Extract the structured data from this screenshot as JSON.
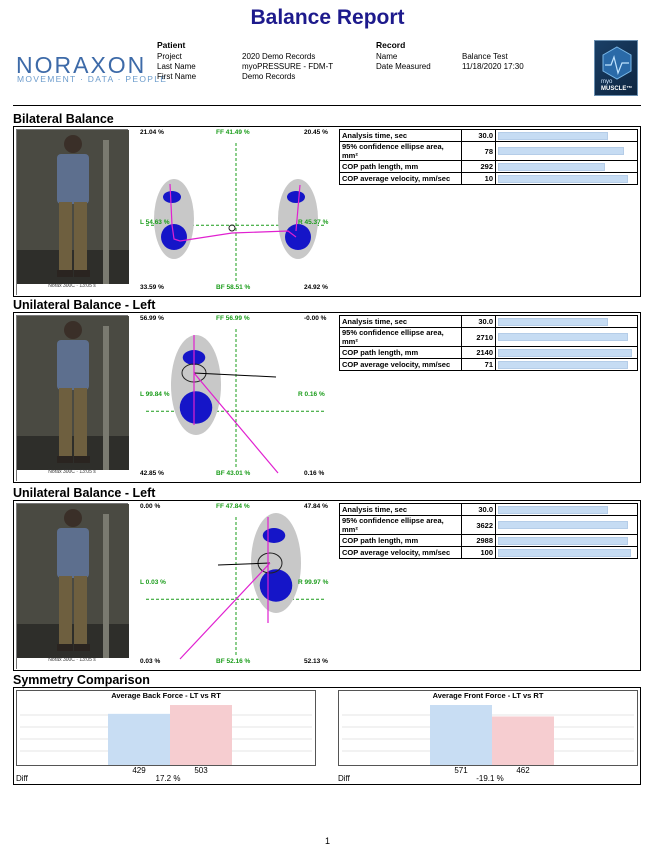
{
  "title": "Balance Report",
  "logo": {
    "name": "NORAXON",
    "tagline": "MOVEMENT · DATA · PEOPLE",
    "badge_line1": "myo",
    "badge_line2": "MUSCLE™"
  },
  "patient": {
    "heading": "Patient",
    "rows": [
      {
        "label": "Project",
        "value": "2020 Demo Records"
      },
      {
        "label": "Last Name",
        "value": "myoPRESSURE - FDM-T"
      },
      {
        "label": "First Name",
        "value": "Demo Records"
      }
    ]
  },
  "record": {
    "heading": "Record",
    "rows": [
      {
        "label": "Name",
        "value": "Balance Test"
      },
      {
        "label": "Date Measured",
        "value": "11/18/2020 17:30"
      }
    ]
  },
  "sections": [
    {
      "title": "Bilateral Balance",
      "photo_caption": "Norax 300C · 13:05 s",
      "corners": {
        "tl": "21.04 %",
        "tr": "20.45 %",
        "bl": "33.59 %",
        "br": "24.92 %"
      },
      "labels": {
        "ff": "FF 41.49 %",
        "bf": "BF 58.51 %",
        "l": "L 54.63 %",
        "r": "R 45.37 %"
      },
      "metrics": [
        {
          "label": "Analysis time, sec",
          "value": "30.0",
          "fill": 0.8
        },
        {
          "label": "95% confidence ellipse area, mm²",
          "value": "78",
          "fill": 0.92
        },
        {
          "label": "COP path length, mm",
          "value": "292",
          "fill": 0.78
        },
        {
          "label": "COP average velocity, mm/sec",
          "value": "10",
          "fill": 0.95
        }
      ]
    },
    {
      "title": "Unilateral Balance - Left",
      "photo_caption": "Norax 300C · 13:05 s",
      "corners": {
        "tl": "56.99 %",
        "tr": "-0.00 %",
        "bl": "42.85 %",
        "br": "0.16 %"
      },
      "labels": {
        "ff": "FF 56.99 %",
        "bf": "BF 43.01 %",
        "l": "L 99.84 %",
        "r": "R 0.16 %"
      },
      "metrics": [
        {
          "label": "Analysis time, sec",
          "value": "30.0",
          "fill": 0.8
        },
        {
          "label": "95% confidence ellipse area, mm²",
          "value": "2710",
          "fill": 0.95
        },
        {
          "label": "COP path length, mm",
          "value": "2140",
          "fill": 0.98
        },
        {
          "label": "COP average velocity, mm/sec",
          "value": "71",
          "fill": 0.95
        }
      ]
    },
    {
      "title": "Unilateral Balance - Left",
      "photo_caption": "Norax 300C · 13:05 s",
      "corners": {
        "tl": "0.00 %",
        "tr": "47.84 %",
        "bl": "0.03 %",
        "br": "52.13 %"
      },
      "labels": {
        "ff": "FF 47.84 %",
        "bf": "BF 52.16 %",
        "l": "L 0.03 %",
        "r": "R 99.97 %"
      },
      "metrics": [
        {
          "label": "Analysis time, sec",
          "value": "30.0",
          "fill": 0.8
        },
        {
          "label": "95% confidence ellipse area, mm²",
          "value": "3622",
          "fill": 0.95
        },
        {
          "label": "COP path length, mm",
          "value": "2988",
          "fill": 0.95
        },
        {
          "label": "COP average velocity, mm/sec",
          "value": "100",
          "fill": 0.97
        }
      ]
    }
  ],
  "symmetry": {
    "title": "Symmetry Comparison",
    "diff_label": "Diff",
    "charts": [
      {
        "title": "Average Back Force - LT vs RT",
        "lt": "429",
        "rt": "503",
        "diff": "17.2 %",
        "lt_level": 429,
        "rt_level": 503,
        "max": 520
      },
      {
        "title": "Average Front Force - LT vs RT",
        "lt": "571",
        "rt": "462",
        "diff": "-19.1 %",
        "lt_level": 571,
        "rt_level": 462,
        "max": 590
      }
    ],
    "colors": {
      "lt": "#c8ddf3",
      "rt": "#f6cdd0"
    }
  },
  "page_number": "1"
}
